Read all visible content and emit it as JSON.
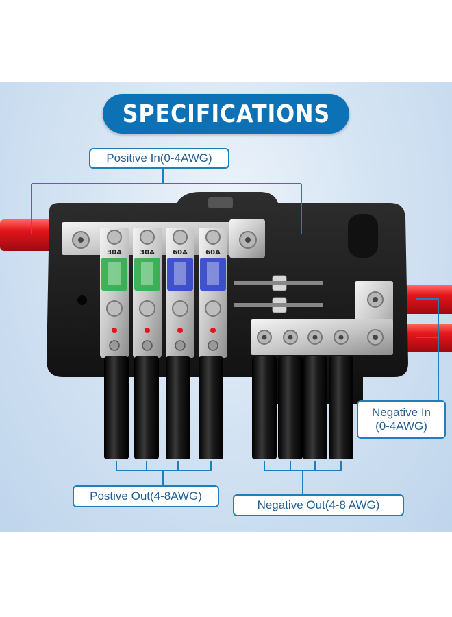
{
  "title": "SPECIFICATIONS",
  "labels": {
    "positive_in": "Positive In(0-4AWG)",
    "negative_in_line1": "Negative In",
    "negative_in_line2": "(0-4AWG)",
    "positive_out": "Postive Out(4-8AWG)",
    "negative_out": "Negative Out(4-8 AWG)"
  },
  "fuses": [
    {
      "rating": "30A",
      "color": "#2fae4a"
    },
    {
      "rating": "30A",
      "color": "#2fae4a"
    },
    {
      "rating": "60A",
      "color": "#2f44c8"
    },
    {
      "rating": "60A",
      "color": "#2f44c8"
    }
  ],
  "colors": {
    "accent": "#0d71b6",
    "label_border": "#1f7fbd",
    "cable_red": "#e0141b",
    "cable_black": "#101010",
    "housing": "#1a1a1a"
  }
}
